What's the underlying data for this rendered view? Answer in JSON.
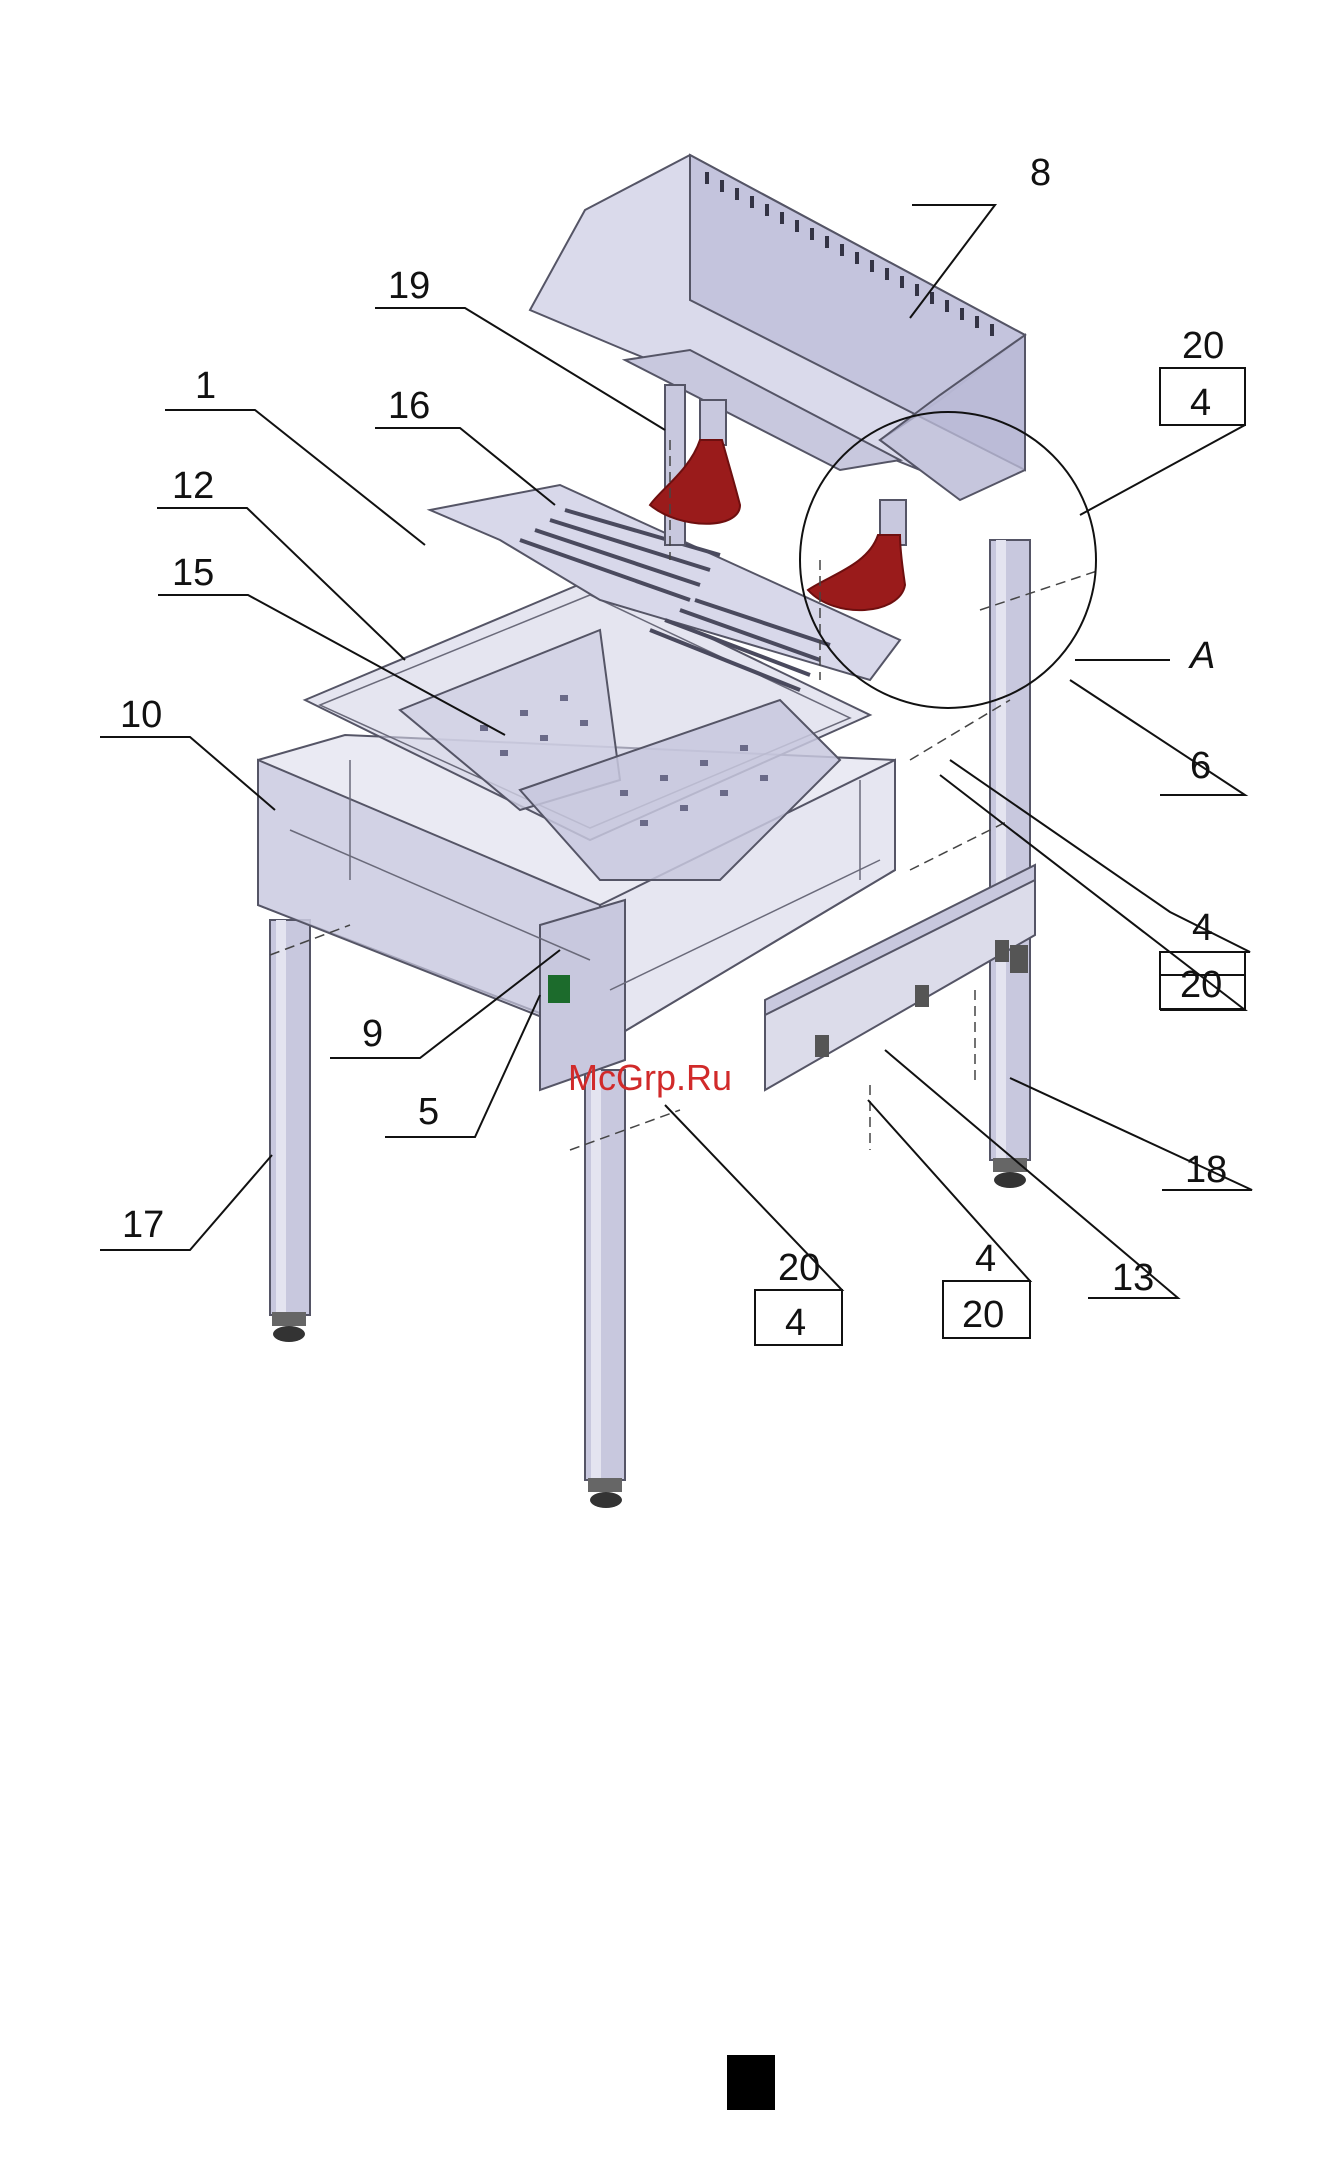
{
  "callouts": {
    "c1": "1",
    "c8": "8",
    "c19": "19",
    "c16": "16",
    "c12": "12",
    "c15": "15",
    "c10": "10",
    "c9": "9",
    "c5": "5",
    "c17": "17",
    "c18": "18",
    "c13": "13",
    "c6": "6",
    "cA": "A",
    "pair_top_right": {
      "upper": "20",
      "lower": "4"
    },
    "pair_mid_right": {
      "upper": "4",
      "lower": "20"
    },
    "pair_bottom_center": {
      "upper": "20",
      "lower": "4"
    },
    "pair_bottom_right": {
      "upper": "4",
      "lower": "20"
    }
  },
  "watermark": "McGrp.Ru",
  "colors": {
    "steel": "#c8c8de",
    "steel_dark": "#a0a0bc",
    "lamp": "#9a1b1b",
    "lamp_dark": "#6e0f0f",
    "background": "#ffffff"
  }
}
